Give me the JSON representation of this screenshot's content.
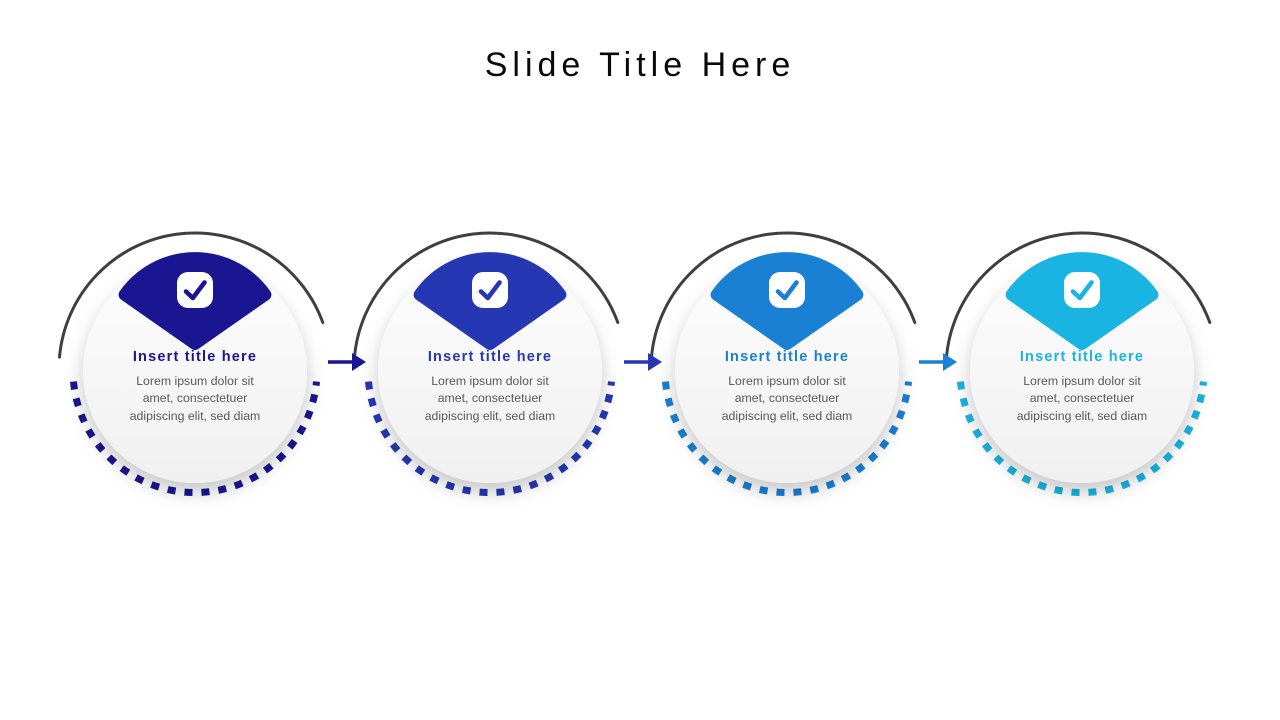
{
  "slide": {
    "title": "Slide Title Here",
    "background_color": "#ffffff",
    "title_color": "#0a0a0a"
  },
  "steps": [
    {
      "title": "Insert title here",
      "body": "Lorem ipsum dolor sit amet, consectetuer adipiscing elit, sed diam",
      "color": "#1a1590",
      "icon": "check-badge"
    },
    {
      "title": "Insert title here",
      "body": "Lorem ipsum dolor sit amet, consectetuer adipiscing elit, sed diam",
      "color": "#2537b2",
      "icon": "check-badge"
    },
    {
      "title": "Insert title here",
      "body": "Lorem ipsum dolor sit amet, consectetuer adipiscing elit, sed diam",
      "color": "#1a80d4",
      "icon": "check-badge"
    },
    {
      "title": "Insert title here",
      "body": "Lorem ipsum dolor sit amet, consectetuer adipiscing elit, sed diam",
      "color": "#19b4e1",
      "icon": "check-badge"
    }
  ],
  "arrows": [
    {
      "color": "#1a1590"
    },
    {
      "color": "#2537b2"
    },
    {
      "color": "#1a80d4"
    }
  ],
  "decor": {
    "solid_arc_color": "#3f3f3f",
    "body_text_color": "#595959",
    "icon_bg_color": "#ffffff"
  }
}
